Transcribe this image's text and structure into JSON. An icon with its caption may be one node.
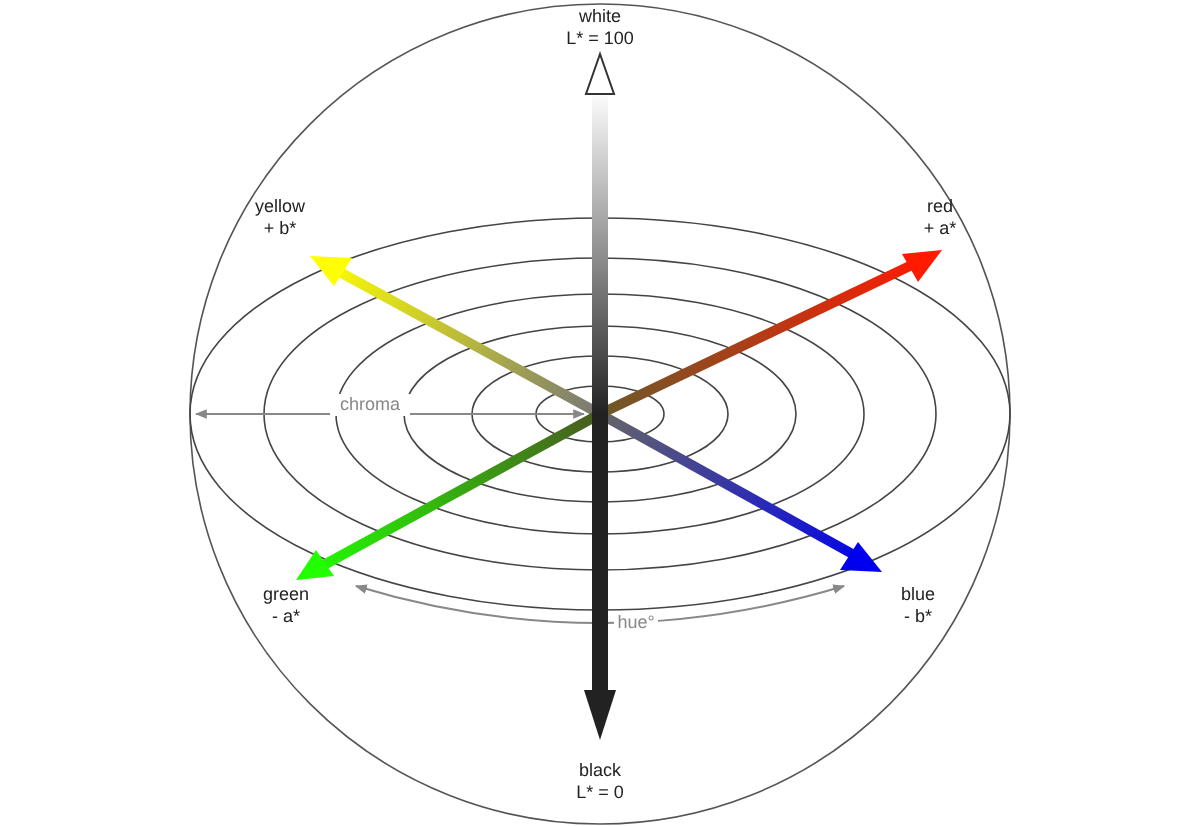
{
  "diagram": {
    "labels": [
      "white L* = 100",
      "yellow + b*",
      "red + a*",
      "chroma",
      "green - a*",
      "hue°",
      "blue - b*",
      "black L* = 0"
    ]
  }
}
